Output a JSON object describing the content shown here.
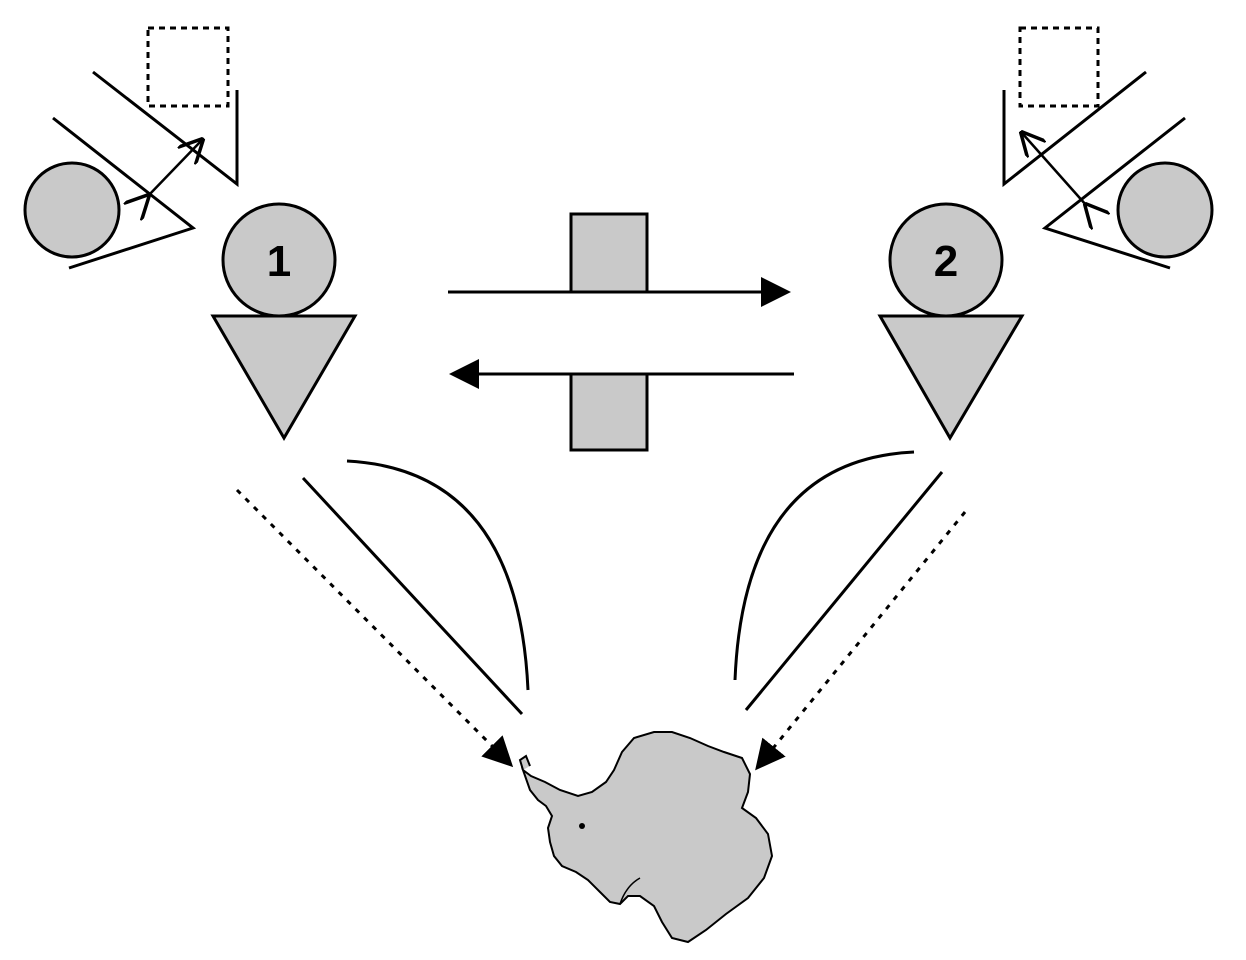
{
  "diagram": {
    "nodes": [
      {
        "id": "node-1",
        "label": "1"
      },
      {
        "id": "node-2",
        "label": "2"
      }
    ],
    "colors": {
      "fill": "#c9c9c9",
      "stroke": "#000000",
      "background": "#ffffff"
    },
    "icons": {
      "continent": "antarctica-map-icon"
    }
  }
}
